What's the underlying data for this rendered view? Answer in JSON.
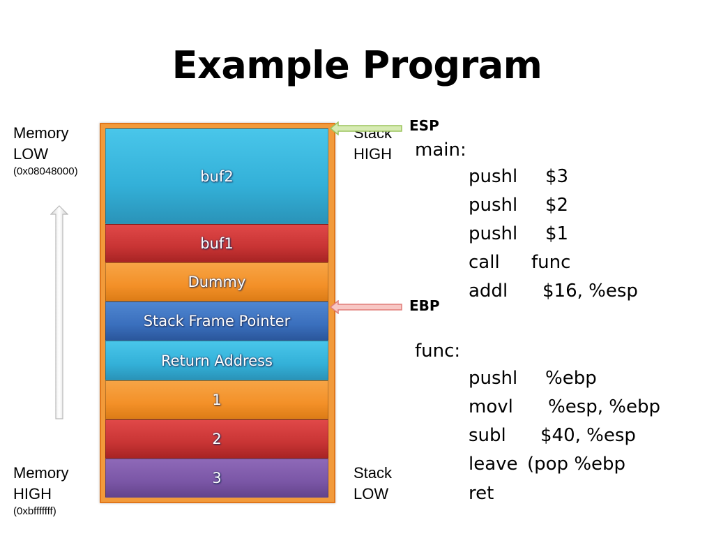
{
  "title": "Example Program",
  "memory_low": {
    "line1": "Memory",
    "line2": "LOW",
    "address": "(0x08048000)"
  },
  "memory_high": {
    "line1": "Memory",
    "line2": "HIGH",
    "address": "(0xbfffffff)"
  },
  "stack_high": {
    "line1": "Stack",
    "line2": "HIGH"
  },
  "stack_low": {
    "line1": "Stack",
    "line2": "LOW"
  },
  "stack_blocks": [
    "buf2",
    "buf1",
    "Dummy",
    "Stack Frame Pointer",
    "Return Address",
    "1",
    "2",
    "3"
  ],
  "pointers": {
    "esp": "ESP",
    "ebp": "EBP"
  },
  "main": {
    "label": "main:",
    "instructions": [
      {
        "op": "pushl",
        "args": "$3"
      },
      {
        "op": "pushl",
        "args": "$2"
      },
      {
        "op": "pushl",
        "args": "$1"
      },
      {
        "op": "call",
        "args": "func"
      },
      {
        "op": "addl",
        "args": "$16, %esp"
      }
    ]
  },
  "func": {
    "label": "func:",
    "instructions": [
      {
        "op": "pushl",
        "args": "%ebp"
      },
      {
        "op": "movl",
        "args": "%esp, %ebp"
      },
      {
        "op": "subl",
        "args": "$40, %esp"
      },
      {
        "op": "leave",
        "args": "(pop %ebp"
      },
      {
        "op": "ret",
        "args": ""
      }
    ]
  }
}
